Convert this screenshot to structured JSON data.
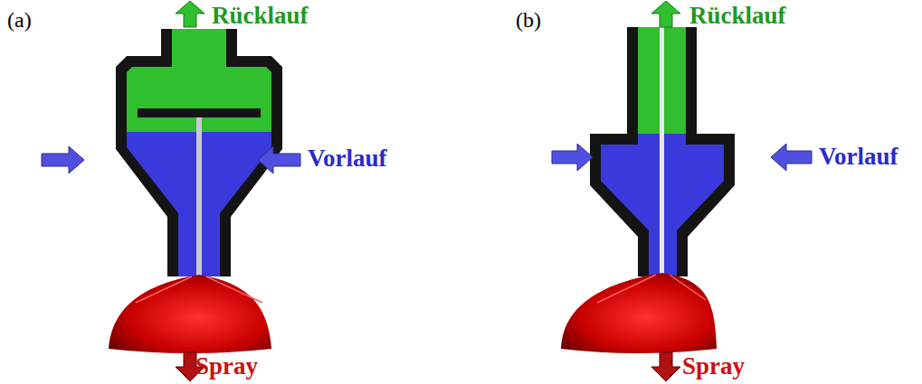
{
  "diagram": {
    "labels": [
      "(a)",
      "Rücklauf",
      "Vorlauf",
      "Spray",
      "(b)",
      "Rücklauf",
      "Vorlauf",
      "Spray"
    ]
  }
}
